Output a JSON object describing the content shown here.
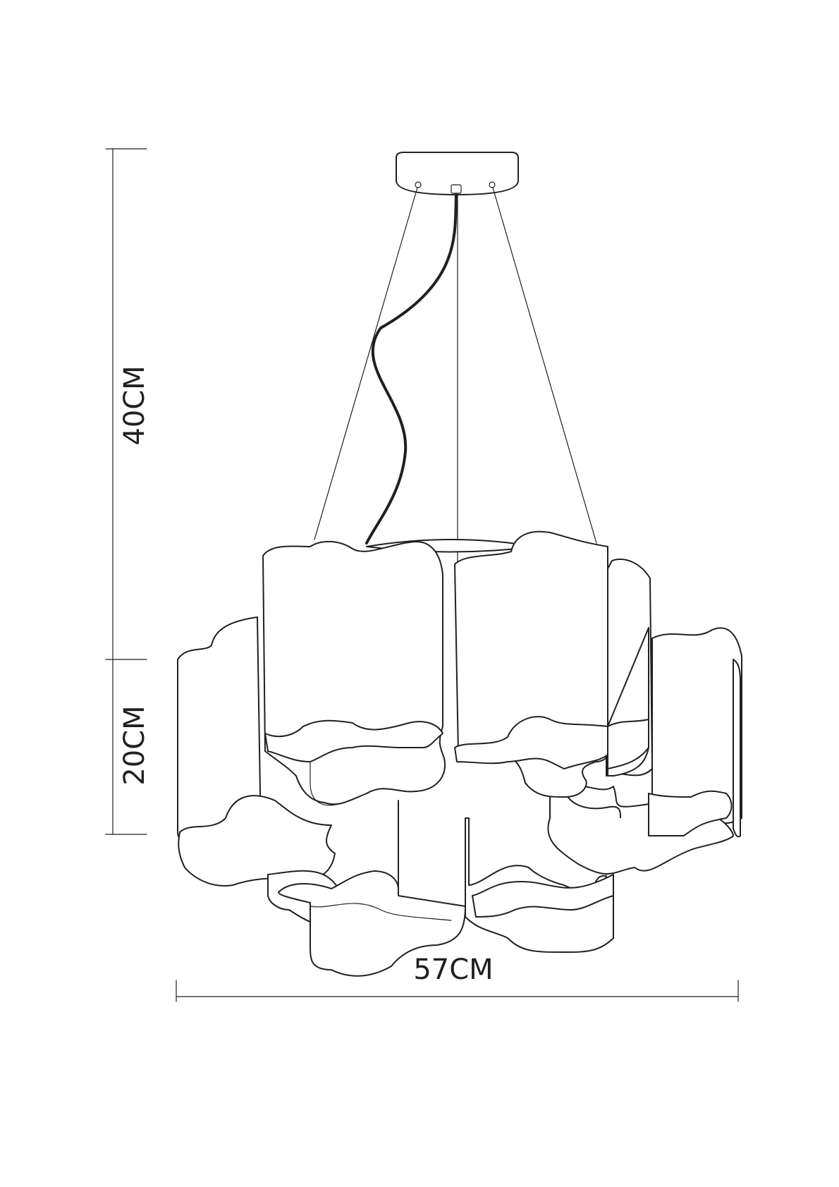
{
  "dimensions": {
    "total_drop": "40CM",
    "shade_height": "20CM",
    "width": "57CM"
  }
}
